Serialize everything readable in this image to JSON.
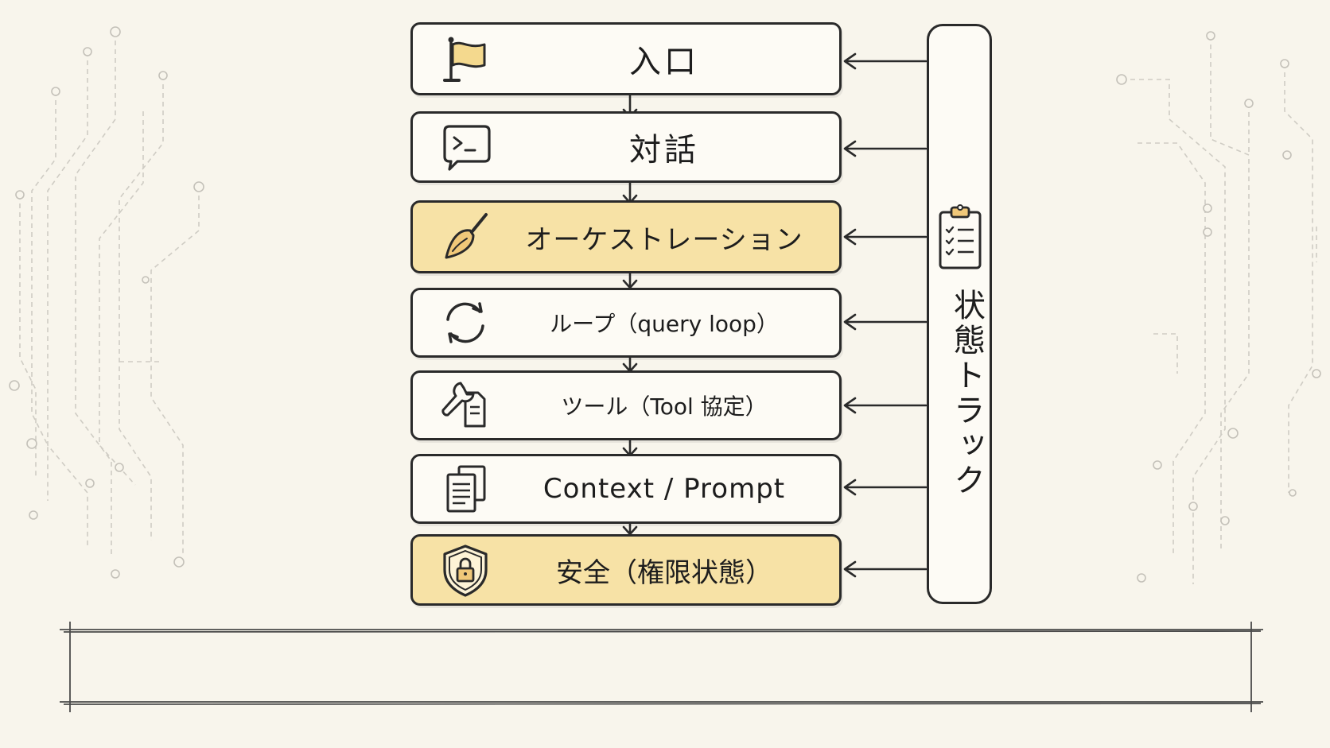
{
  "layers": [
    {
      "id": "entry",
      "label": "入口",
      "icon": "flag-icon",
      "highlight": false
    },
    {
      "id": "dialogue",
      "label": "対話",
      "icon": "terminal-chat-icon",
      "highlight": false
    },
    {
      "id": "orchestration",
      "label": "オーケストレーション",
      "icon": "trowel-icon",
      "highlight": true
    },
    {
      "id": "loop",
      "label": "ループ（query loop）",
      "icon": "refresh-cycle-icon",
      "highlight": false
    },
    {
      "id": "tools",
      "label": "ツール（Tool 協定）",
      "icon": "wrench-document-icon",
      "highlight": false
    },
    {
      "id": "context",
      "label": "Context / Prompt",
      "icon": "documents-icon",
      "highlight": false
    },
    {
      "id": "safety",
      "label": "安全（権限状態）",
      "icon": "lock-shield-icon",
      "highlight": true
    }
  ],
  "state_track": {
    "label": "状態トラック",
    "icon": "clipboard-checklist-icon"
  },
  "colors": {
    "background": "#f8f5ec",
    "highlight": "#f7e2a6",
    "stroke": "#2a2a2a",
    "circuit": "#c9c6bf"
  }
}
